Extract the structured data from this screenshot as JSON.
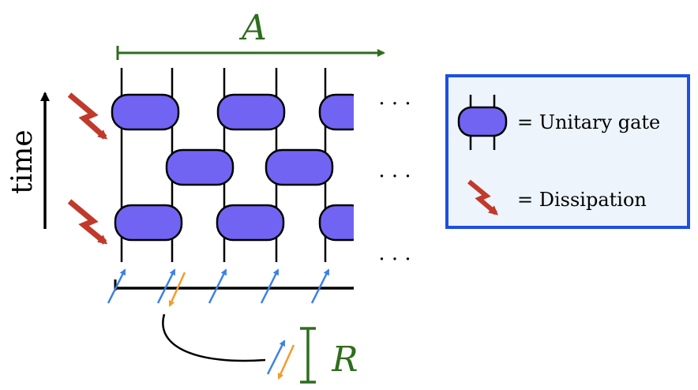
{
  "labels": {
    "subsystem_a": "A",
    "subsystem_r": "R",
    "time_axis": "time",
    "ellipsis": "· · ·"
  },
  "legend": {
    "unitary_gate": "= Unitary gate",
    "dissipation": "= Dissipation"
  },
  "colors": {
    "green": "#2e6d1e",
    "gate_fill": "#7264f2",
    "dissipation": "#c0392b",
    "spin_blue": "#3d80e6",
    "spin_orange": "#f39c2a",
    "legend_border": "#1f4fe0",
    "legend_fill": "#edf4fb",
    "black": "#000000"
  },
  "icons": {
    "dissipation": "lightning-bolt-icon",
    "spin_up": "arrow-up-right-icon",
    "spin_down": "arrow-down-left-icon"
  }
}
